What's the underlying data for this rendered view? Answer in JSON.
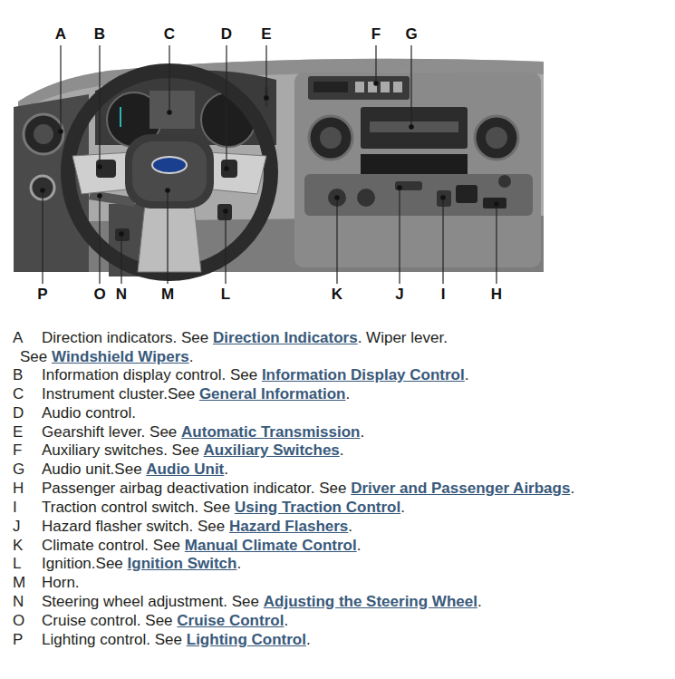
{
  "diagram": {
    "labels": [
      "A",
      "B",
      "C",
      "D",
      "E",
      "F",
      "G",
      "P",
      "O",
      "N",
      "M",
      "L",
      "K",
      "J",
      "I",
      "H",
      "A",
      "Direction indicators. See",
      "Direction Indicators",
      ". Wiper lever.",
      "See",
      "Windshield Wipers",
      ".",
      "B",
      "Information display control. See",
      "Information Display Control",
      ".",
      "C",
      "Instrument cluster.See",
      "General Information",
      ".",
      "D",
      "Audio control.",
      "E",
      "Gearshift lever. See",
      "Automatic Transmission",
      ".",
      "F",
      "Auxiliary switches. See",
      "Auxiliary Switches",
      ".",
      "G",
      "Audio unit.See",
      "Audio Unit",
      ".",
      "H",
      "Passenger airbag deactivation indicator. See",
      "Driver and Passenger Airbags",
      ".",
      "I",
      "Traction control switch. See",
      "Using Traction Control",
      ".",
      "J",
      "Hazard flasher switch. See",
      "Hazard Flashers",
      ".",
      "K",
      "Climate control. See",
      "Manual Climate Control",
      ".",
      "L",
      "Ignition.See",
      "Ignition Switch",
      ".",
      "M",
      "Horn.",
      "N",
      "Steering wheel adjustment. See",
      "Adjusting the Steering Wheel",
      ".",
      "O",
      "Cruise control. See",
      "Cruise Control",
      ".",
      "P",
      "Lighting control. See",
      "Lighting Control",
      "."
    ]
  }
}
